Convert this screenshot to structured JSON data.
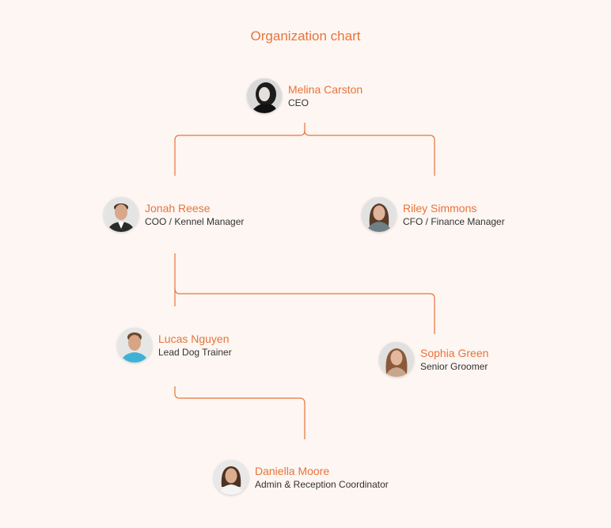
{
  "title": "Organization chart",
  "colors": {
    "accent": "#e8743b",
    "line": "#e8743b",
    "background": "#fdf6f2",
    "text": "#333333"
  },
  "people": [
    {
      "id": "melina",
      "name": "Melina Carston",
      "role": "CEO",
      "avatar_icon": "person-photo-icon"
    },
    {
      "id": "jonah",
      "name": "Jonah Reese",
      "role": "COO / Kennel Manager",
      "avatar_icon": "person-photo-icon"
    },
    {
      "id": "riley",
      "name": "Riley Simmons",
      "role": "CFO / Finance Manager",
      "avatar_icon": "person-photo-icon"
    },
    {
      "id": "lucas",
      "name": "Lucas Nguyen",
      "role": "Lead Dog Trainer",
      "avatar_icon": "person-photo-icon"
    },
    {
      "id": "sophia",
      "name": "Sophia Green",
      "role": "Senior Groomer",
      "avatar_icon": "person-photo-icon"
    },
    {
      "id": "daniella",
      "name": "Daniella Moore",
      "role": "Admin & Reception Coordinator",
      "avatar_icon": "person-photo-icon"
    }
  ],
  "reports_to": [
    {
      "from": "melina",
      "to": "jonah"
    },
    {
      "from": "melina",
      "to": "riley"
    },
    {
      "from": "jonah",
      "to": "lucas"
    },
    {
      "from": "jonah",
      "to": "sophia"
    },
    {
      "from": "lucas",
      "to": "daniella"
    }
  ]
}
